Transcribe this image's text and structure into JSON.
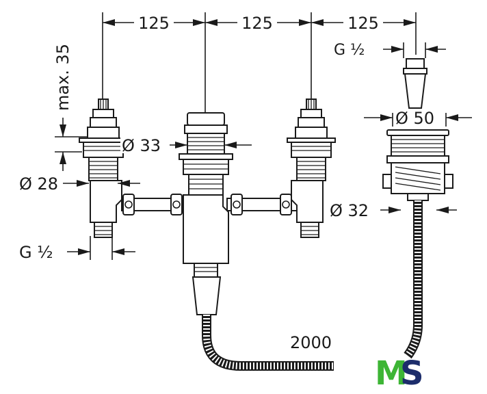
{
  "dimensions": {
    "spacing_1": "125",
    "spacing_2": "125",
    "spacing_3": "125",
    "max_height": "max. 35",
    "diameter_33": "Ø 33",
    "diameter_28": "Ø 28",
    "diameter_50": "Ø 50",
    "diameter_32": "Ø 32",
    "thread_left": "G ½",
    "thread_right": "G ½",
    "hose_length": "2000"
  },
  "logo": {
    "text_m": "M",
    "text_s": "S",
    "color_m": "#3db535",
    "color_s": "#1d2d6b"
  }
}
